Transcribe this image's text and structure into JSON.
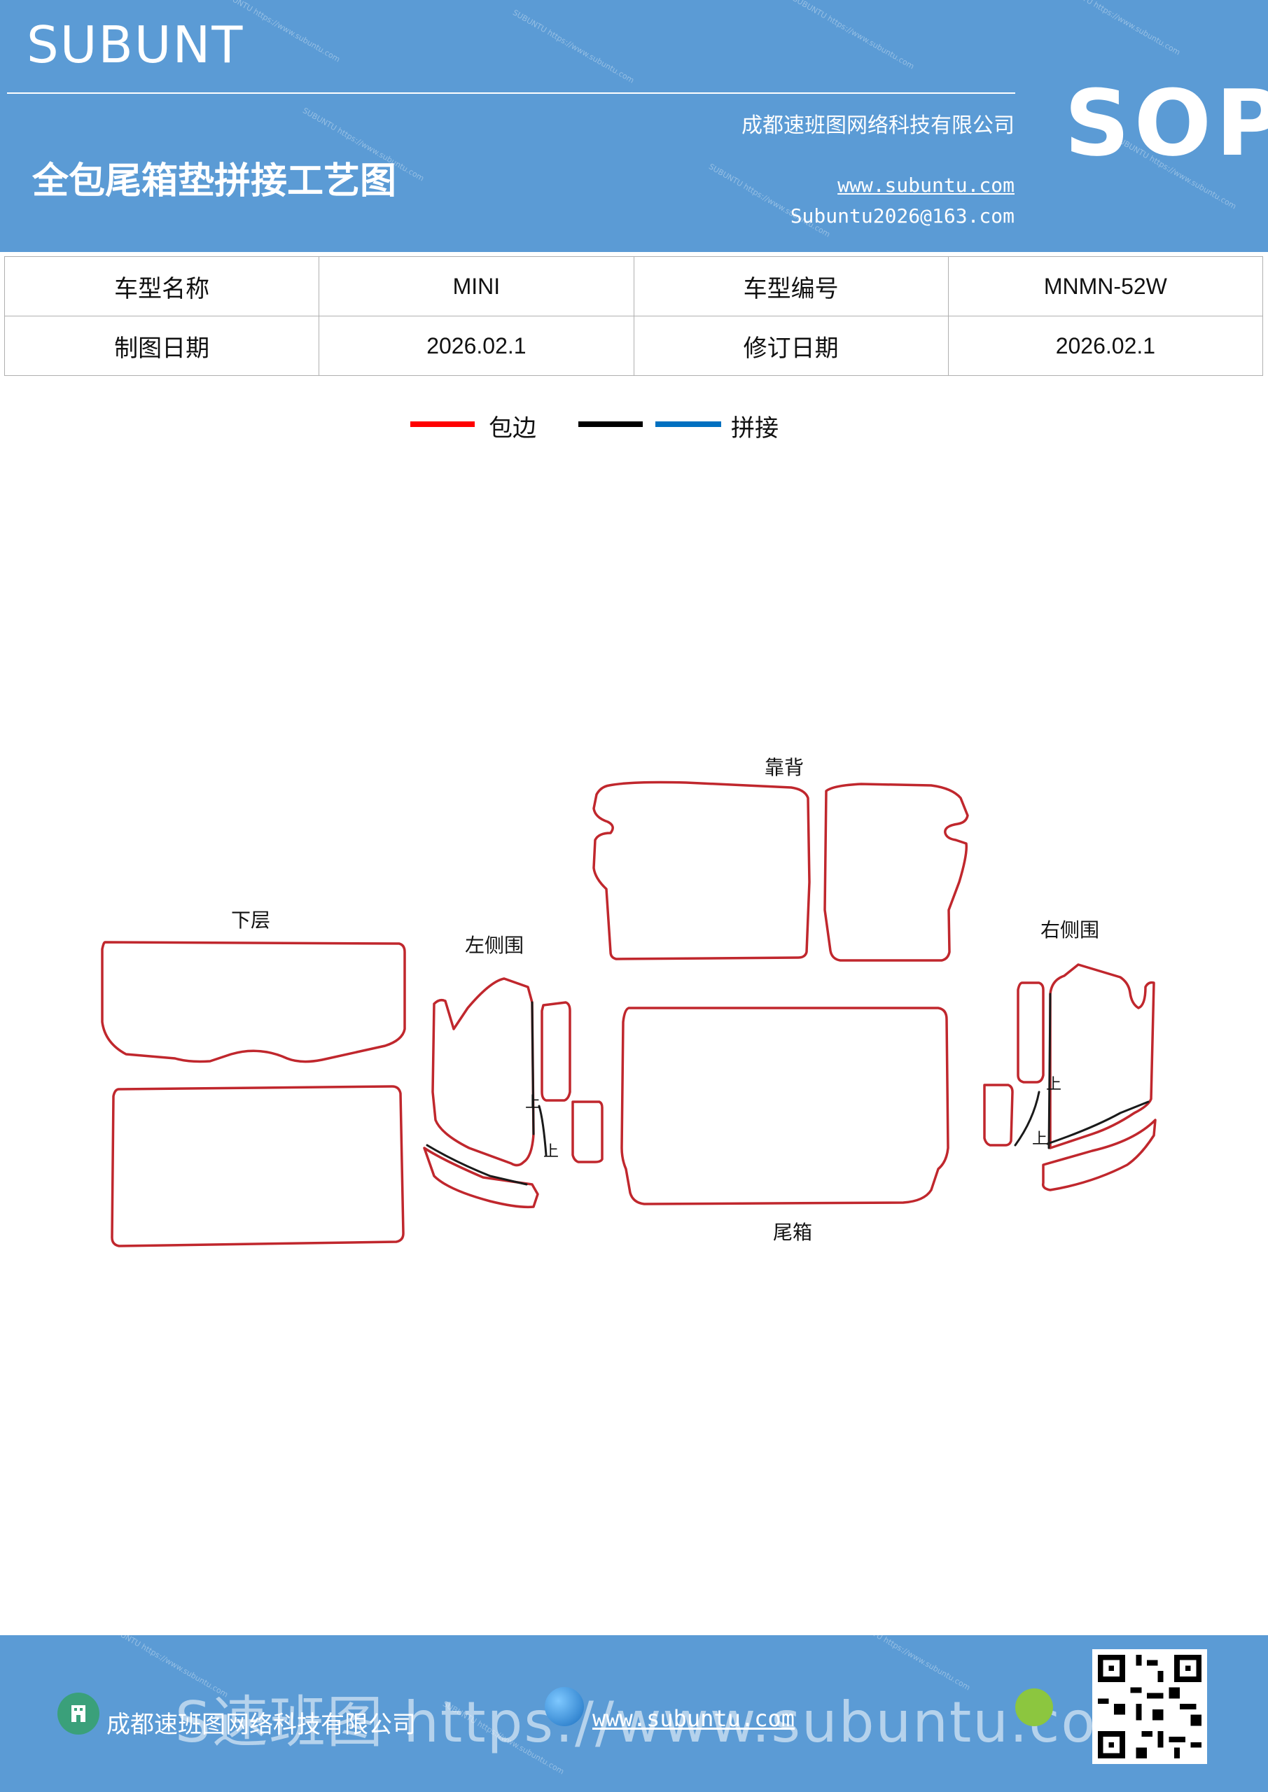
{
  "header": {
    "brand": "SUBUNT",
    "sop": "SOP",
    "company": "成都速班图网络科技有限公司",
    "title": "全包尾箱垫拼接工艺图",
    "website": "www.subuntu.com",
    "email": "Subuntu2026@163.com"
  },
  "info_table": {
    "rows": [
      {
        "label1": "车型名称",
        "value1": "MINI",
        "label2": "车型编号",
        "value2": "MNMN-52W"
      },
      {
        "label1": "制图日期",
        "value1": "2026.02.1",
        "label2": "修订日期",
        "value2": "2026.02.1"
      }
    ]
  },
  "legend": {
    "items": [
      {
        "color": "#ff0000",
        "label": "包边"
      },
      {
        "color": "#000000",
        "label": ""
      },
      {
        "color": "#0070c0",
        "label": "拼接"
      }
    ]
  },
  "diagram": {
    "outline_color": "#c0272d",
    "seam_color": "#1a1a1a",
    "labels": {
      "back": "靠背",
      "lower": "下层",
      "left_side": "左侧围",
      "right_side": "右侧围",
      "trunk": "尾箱"
    },
    "seam_mark": "上"
  },
  "footer": {
    "company": "成都速班图网络科技有限公司",
    "website": "www.subuntu.com",
    "watermark": "S速班图 https://www.subuntu.com"
  }
}
